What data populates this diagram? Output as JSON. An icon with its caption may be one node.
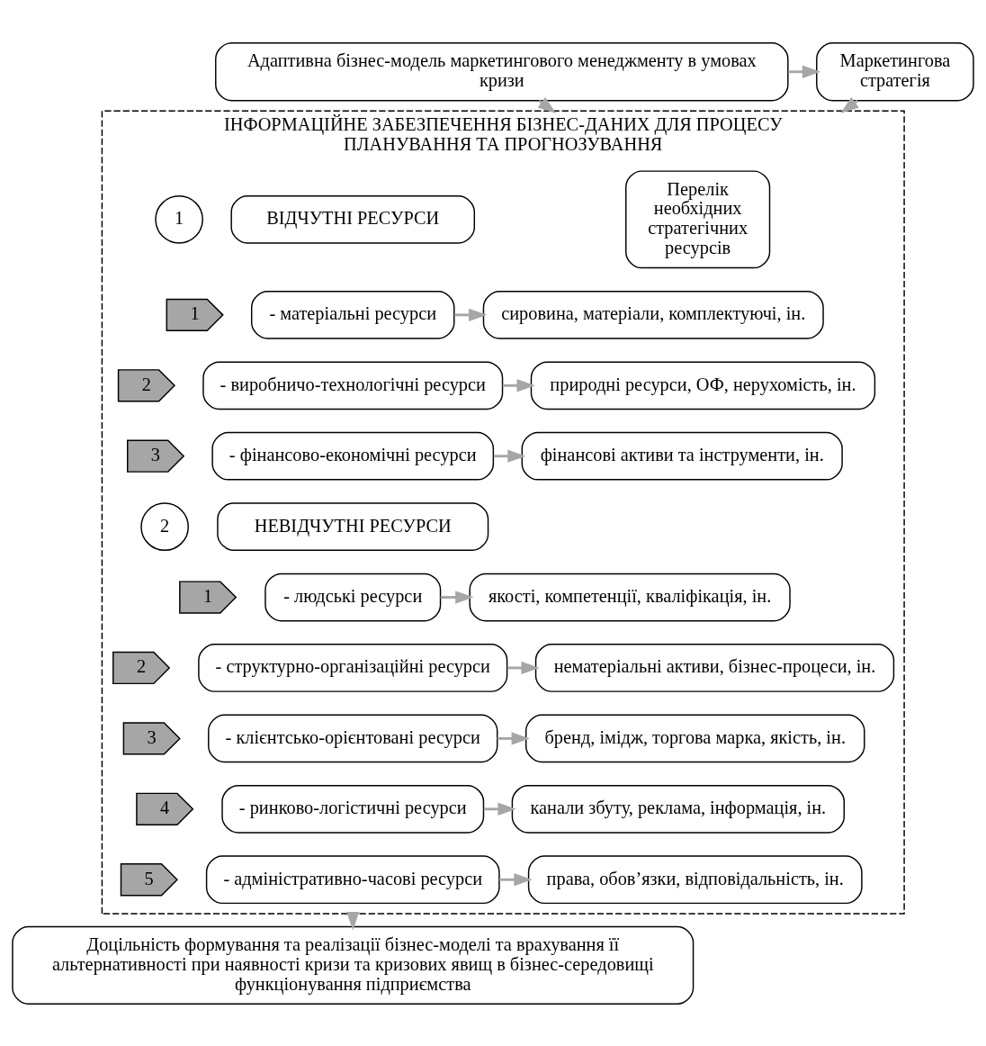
{
  "diagram": {
    "nodes": [
      {
        "text": [
          "Адаптивна бізнес-модель маркетингового менеджменту в умовах кризи"
        ]
      },
      {
        "text": [
          "Маркетингова стратегія"
        ]
      },
      {
        "text": [
          "ІНФОРМАЦІЙНЕ ЗАБЕЗПЕЧЕННЯ БІЗНЕС-ДАНИХ ДЛЯ ПРОЦЕСУ ПЛАНУВАННЯ ТА ПРОГНОЗУВАННЯ"
        ]
      },
      {
        "text": [
          "Перелік необхідних стратегічних ресурсів"
        ],
        "in": 2
      },
      {
        "text": [
          "1"
        ],
        "in": 2
      },
      {
        "text": [
          "ВІДЧУТНІ РЕСУРСИ"
        ],
        "in": 2
      },
      {
        "text": [
          "1"
        ],
        "in": 2
      },
      {
        "text": [
          "- матеріальні ресурси"
        ],
        "in": 2
      },
      {
        "text": [
          "сировина, матеріали, комплектуючі, ін."
        ],
        "in": 2
      },
      {
        "text": [
          "2"
        ],
        "in": 2
      },
      {
        "text": [
          "- виробничо-технологічні ресурси"
        ],
        "in": 2
      },
      {
        "text": [
          "природні ресурси, ОФ, нерухомість, ін."
        ],
        "in": 2
      },
      {
        "text": [
          "3"
        ],
        "in": 2
      },
      {
        "text": [
          "- фінансово-економічні ресурси"
        ],
        "in": 2
      },
      {
        "text": [
          "фінансові активи та інструменти, ін."
        ],
        "in": 2
      },
      {
        "text": [
          "2"
        ],
        "in": 2
      },
      {
        "text": [
          "НЕВІДЧУТНІ РЕСУРСИ"
        ],
        "in": 2
      },
      {
        "text": [
          "1"
        ],
        "in": 2
      },
      {
        "text": [
          "- людські ресурси"
        ],
        "in": 2
      },
      {
        "text": [
          "якості, компетенції, кваліфікація, ін."
        ],
        "in": 2
      },
      {
        "text": [
          "2"
        ],
        "in": 2
      },
      {
        "text": [
          "- структурно-організаційні ресурси"
        ],
        "in": 2
      },
      {
        "text": [
          "нематеріальні активи, бізнес-процеси, ін."
        ],
        "in": 2
      },
      {
        "text": [
          "3"
        ],
        "in": 2
      },
      {
        "text": [
          "- клієнтсько-орієнтовані ресурси"
        ],
        "in": 2
      },
      {
        "text": [
          "бренд, імідж, торгова марка, якість, ін."
        ],
        "in": 2
      },
      {
        "text": [
          "4"
        ],
        "in": 2
      },
      {
        "text": [
          "- ринково-логістичні ресурси"
        ],
        "in": 2
      },
      {
        "text": [
          "канали збуту, реклама, інформація, ін."
        ],
        "in": 2
      },
      {
        "text": [
          "5"
        ],
        "in": 2
      },
      {
        "text": [
          "- адміністративно-часові ресурси"
        ],
        "in": 2
      },
      {
        "text": [
          "права, обов’язки, відповідальність, ін."
        ],
        "in": 2
      },
      {
        "text": [
          "Доцільність формування та реалізації бізнес-моделі та врахування її альтернативності при наявності кризи та кризових явищ в бізнес-середовищі функціонування підприємства"
        ]
      }
    ],
    "edges": [
      {
        "from": 0,
        "to": 1,
        "arrow": "to"
      },
      {
        "from": 1,
        "to": 2,
        "arrow": "to"
      },
      {
        "from": 0,
        "to": 2,
        "arrow": "to"
      },
      {
        "from": 7,
        "to": 8,
        "arrow": "to"
      },
      {
        "from": 10,
        "to": 11,
        "arrow": "to"
      },
      {
        "from": 13,
        "to": 14,
        "arrow": "to"
      },
      {
        "from": 18,
        "to": 19,
        "arrow": "to"
      },
      {
        "from": 21,
        "to": 22,
        "arrow": "to"
      },
      {
        "from": 24,
        "to": 25,
        "arrow": "to"
      },
      {
        "from": 27,
        "to": 28,
        "arrow": "to"
      },
      {
        "from": 30,
        "to": 31,
        "arrow": "to"
      },
      {
        "from": 2,
        "to": 32,
        "arrow": "to"
      }
    ]
  }
}
